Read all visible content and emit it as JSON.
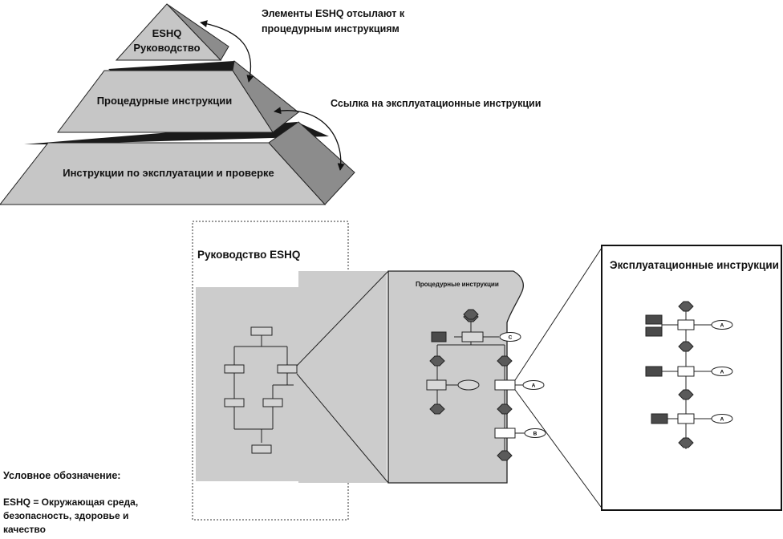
{
  "pyramid": {
    "top_line1": "ESHQ",
    "top_line2": "Руководство",
    "middle": "Процедурные инструкции",
    "bottom": "Инструкции по эксплуатации и проверке"
  },
  "annotations": {
    "refer_line1": "Элементы ESHQ отсылают к",
    "refer_line2": "процедурным инструкциям",
    "link": "Ссылка на эксплуатационные инструкции"
  },
  "panels": {
    "manual_title": "Руководство ESHQ",
    "procedures_title": "Процедурные инструкции",
    "operating_title": "Эксплуатационные инструкции"
  },
  "connectors": {
    "c": "C",
    "a": "A",
    "b": "B"
  },
  "legend": {
    "heading": "Условное обозначение:",
    "definition": "ESHQ = Окружающая среда, безопасность, здоровье и качество"
  },
  "colors": {
    "pyramid_face": "#c6c6c6",
    "pyramid_side": "#8c8c8c",
    "pyramid_dark": "#1a1a1a",
    "panel_fill": "#cccccc",
    "hexagon": "#5a5a5a",
    "dark_box": "#4a4a4a"
  }
}
